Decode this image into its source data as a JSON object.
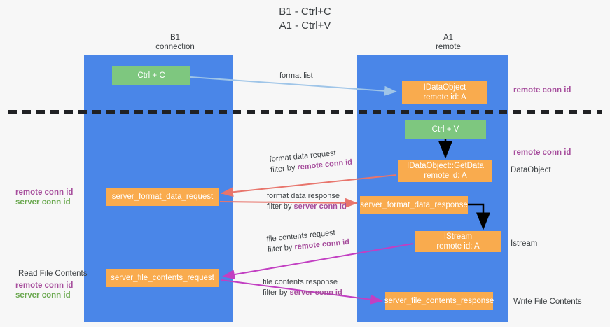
{
  "title": "B1 - Ctrl+C\nA1 - Ctrl+V",
  "columns": {
    "left": {
      "name": "B1",
      "role": "connection",
      "header": "B1\nconnection"
    },
    "right": {
      "name": "A1",
      "role": "remote",
      "header": "A1\nremote"
    }
  },
  "nodes": {
    "ctrl_c": {
      "label": "Ctrl + C",
      "color": "#7ec77f"
    },
    "idataobject": {
      "label": "IDataObject\nremote id: A",
      "color": "#f9ab4e"
    },
    "ctrl_v": {
      "label": "Ctrl + V",
      "color": "#7ec77f"
    },
    "getdata": {
      "label": "IDataObject::GetData\nremote id: A",
      "color": "#f9ab4e"
    },
    "server_format_data_request": {
      "label": "server_format_data_request",
      "color": "#f9ab4e"
    },
    "server_format_data_response": {
      "label": "server_format_data_response",
      "color": "#f9ab4e"
    },
    "istream": {
      "label": "IStream\nremote id: A",
      "color": "#f9ab4e"
    },
    "server_file_contents_request": {
      "label": "server_file_contents_request",
      "color": "#f9ab4e"
    },
    "server_file_contents_response": {
      "label": "server_file_contents_response",
      "color": "#f9ab4e"
    }
  },
  "edges": {
    "format_list": {
      "label": "format list"
    },
    "format_data_request": {
      "label": "format data request",
      "filter_prefix": "filter by ",
      "filter_key": "remote conn id"
    },
    "format_data_response": {
      "label": "format data response",
      "filter_prefix": "filter by ",
      "filter_key": "server conn id"
    },
    "file_contents_request": {
      "label": "file contents request",
      "filter_prefix": "filter by ",
      "filter_key": "remote conn id"
    },
    "file_contents_response": {
      "label": "file contents response",
      "filter_prefix": "filter by ",
      "filter_key": "server conn id"
    }
  },
  "annotations": {
    "right_remote_conn_id_top": "remote conn id",
    "right_remote_conn_id_mid": "remote conn id",
    "right_dataobject": "DataObject",
    "right_istream": "Istream",
    "right_write_file_contents": "Write File Contents",
    "left_remote_conn_id_mid": "remote conn id",
    "left_server_conn_id_mid": "server conn id",
    "left_read_file_contents": "Read File Contents",
    "left_remote_conn_id_bottom": "remote conn id",
    "left_server_conn_id_bottom": "server conn id"
  },
  "colors": {
    "lane_blue": "#4a86e8",
    "node_green": "#7ec77f",
    "node_orange": "#f9ab4e",
    "remote_conn_id": "#a64d9c",
    "server_conn_id": "#6aa84f",
    "arrow_blue": "#9fc5e8",
    "arrow_red": "#e8756c",
    "arrow_magenta": "#c23fc2",
    "arrow_black": "#000000",
    "separator": "#202124",
    "background": "#f7f7f7"
  }
}
